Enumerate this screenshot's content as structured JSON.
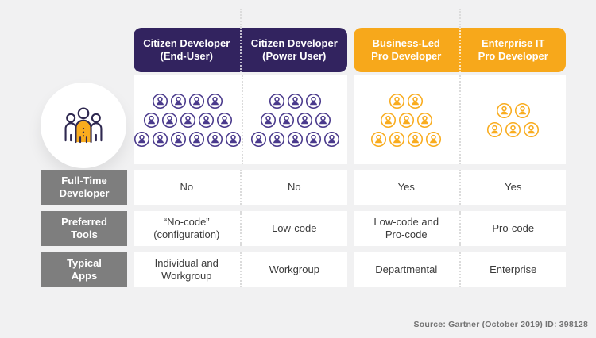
{
  "source_note": "Source: Gartner (October 2019) ID: 398128",
  "colors": {
    "background": "#F1F1F2",
    "header_purple": "#32235F",
    "header_yellow": "#F7A81B",
    "icon_purple": "#4A3A8C",
    "icon_yellow": "#F9AC1E",
    "row_label_gray": "#7E7E7E"
  },
  "rows": [
    {
      "label": "Full-Time\nDeveloper"
    },
    {
      "label": "Preferred\nTools"
    },
    {
      "label": "Typical\nApps"
    }
  ],
  "columns": [
    {
      "header": "Citizen Developer\n(End-User)",
      "theme": "purple",
      "icon_rows": [
        4,
        5,
        6
      ],
      "full_time_developer": "No",
      "preferred_tools": "“No-code”\n(configuration)",
      "typical_apps": "Individual and\nWorkgroup"
    },
    {
      "header": "Citizen Developer\n(Power User)",
      "theme": "purple",
      "icon_rows": [
        3,
        4,
        5
      ],
      "full_time_developer": "No",
      "preferred_tools": "Low-code",
      "typical_apps": "Workgroup"
    },
    {
      "header": "Business-Led\nPro Developer",
      "theme": "yellow",
      "icon_rows": [
        2,
        3,
        4
      ],
      "full_time_developer": "Yes",
      "preferred_tools": "Low-code and\nPro-code",
      "typical_apps": "Departmental"
    },
    {
      "header": "Enterprise IT\nPro Developer",
      "theme": "yellow",
      "icon_rows": [
        2,
        3
      ],
      "full_time_developer": "Yes",
      "preferred_tools": "Pro-code",
      "typical_apps": "Enterprise"
    }
  ],
  "chart_data": {
    "type": "table",
    "columns": [
      "Citizen Developer (End-User)",
      "Citizen Developer (Power User)",
      "Business-Led Pro Developer",
      "Enterprise IT Pro Developer"
    ],
    "rows": [
      {
        "label": "Relative population (person icons)",
        "values": [
          15,
          12,
          9,
          5
        ]
      },
      {
        "label": "Full-Time Developer",
        "values": [
          "No",
          "No",
          "Yes",
          "Yes"
        ]
      },
      {
        "label": "Preferred Tools",
        "values": [
          "“No-code” (configuration)",
          "Low-code",
          "Low-code and Pro-code",
          "Pro-code"
        ]
      },
      {
        "label": "Typical Apps",
        "values": [
          "Individual and Workgroup",
          "Workgroup",
          "Departmental",
          "Enterprise"
        ]
      }
    ],
    "source": "Source: Gartner (October 2019) ID: 398128"
  }
}
